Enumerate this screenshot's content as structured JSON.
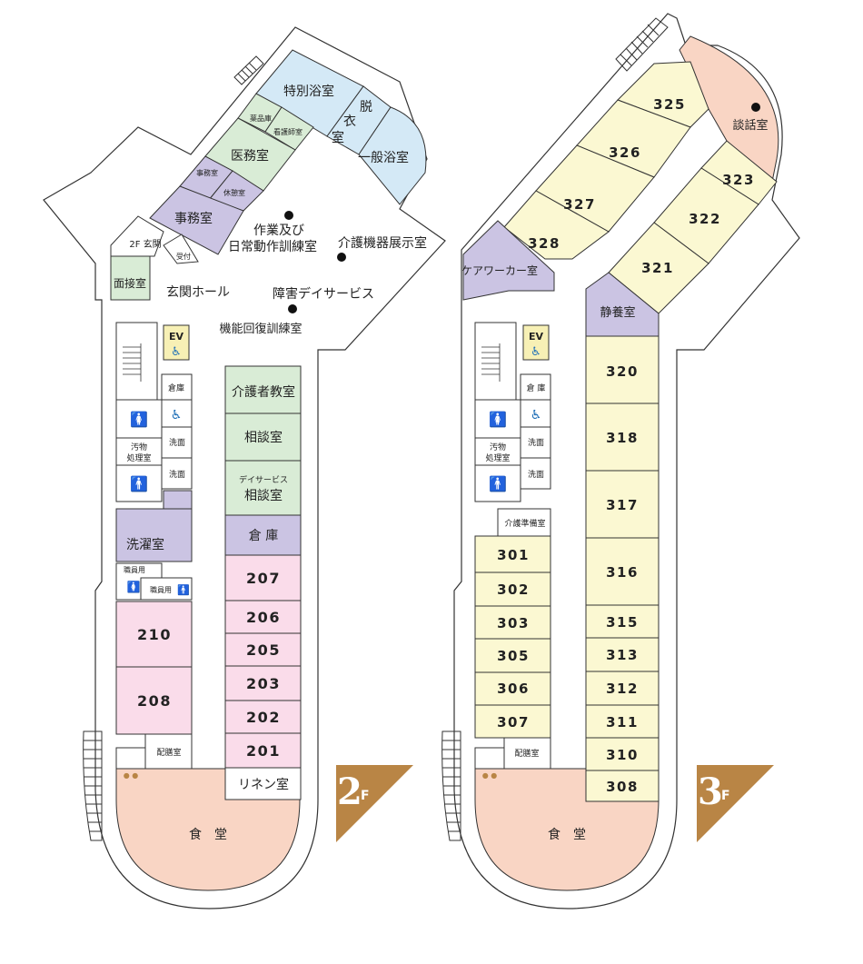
{
  "colors": {
    "pink": "#fadcea",
    "green": "#d9ecd6",
    "purple": "#cbc4e3",
    "blue": "#d4e9f6",
    "yellow": "#fbf8d2",
    "salmon": "#f9d5c4",
    "ev": "#f7f0b5",
    "badge": "#b98545",
    "female": "#e7502a",
    "male": "#1f6fb7"
  },
  "floor2": {
    "badge_num": "2",
    "badge_f": "F",
    "rooms": {
      "tokubetsu_yokushitsu": "特別浴室",
      "datsuishitsu": [
        "脱",
        "衣",
        "室"
      ],
      "ippan_yokushitsu": "一般浴室",
      "yakuhinko": "薬品庫",
      "kangoshishitsu": "看護師室",
      "imushitsu": "医務室",
      "jimushitsu_small": "事務室",
      "kyukeishitsu": "休憩室",
      "jimushitsu": "事務室",
      "genkan": "2F 玄関",
      "uketsuke": "受付",
      "mensetsushitsu": "面接室",
      "genkan_hall": "玄関ホール",
      "sagyo_line1": "作業及び",
      "sagyo_line2": "日常動作訓練室",
      "kaigo_kiki": "介護機器展示室",
      "shogai_day": "障害デイサービス",
      "kinou_kaifuku": "機能回復訓練室",
      "ev": "EV",
      "souko_small": "倉庫",
      "senmen1": "洗面",
      "senmen2": "洗面",
      "obutsu_line1": "汚物",
      "obutsu_line2": "処理室",
      "sentakushitsu": "洗濯室",
      "shokuin_f": "職員用",
      "shokuin_m": "職員用",
      "kaigosha_kyoshitsu": "介護者教室",
      "sodanshitsu": "相談室",
      "day_sodan_line1": "デイサービス",
      "day_sodan_line2": "相談室",
      "souko": "倉 庫",
      "haizenshitsu": "配膳室",
      "shokudo": "食　堂",
      "rinenshitsu": "リネン室"
    },
    "rooms_numbered": [
      "210",
      "208",
      "207",
      "206",
      "205",
      "203",
      "202",
      "201"
    ]
  },
  "floor3": {
    "badge_num": "3",
    "badge_f": "F",
    "rooms": {
      "danwashitsu": "談話室",
      "careworker": "ケアワーカー室",
      "seiyoshitsu": "静養室",
      "ev": "EV",
      "souko_small": "倉 庫",
      "senmen1": "洗面",
      "senmen2": "洗面",
      "obutsu_line1": "汚物",
      "obutsu_line2": "処理室",
      "kaigo_junbi": "介護準備室",
      "haizenshitsu": "配膳室",
      "shokudo": "食　堂"
    },
    "rooms_numbered": [
      "325",
      "326",
      "327",
      "328",
      "323",
      "322",
      "321",
      "320",
      "318",
      "317",
      "316",
      "315",
      "313",
      "312",
      "311",
      "310",
      "308",
      "301",
      "302",
      "303",
      "305",
      "306",
      "307"
    ]
  }
}
